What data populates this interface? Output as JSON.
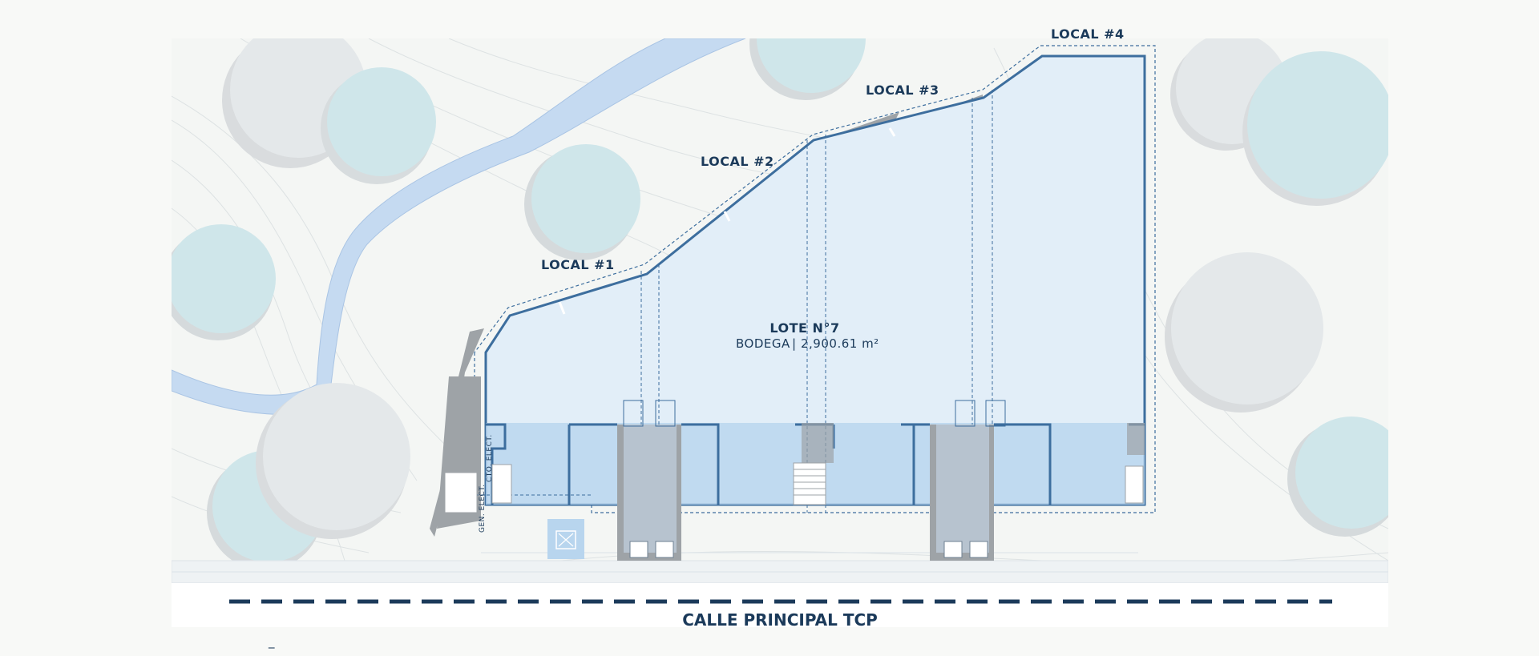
{
  "plan": {
    "locales": [
      {
        "label": "LOCAL #1"
      },
      {
        "label": "LOCAL #2"
      },
      {
        "label": "LOCAL #3"
      },
      {
        "label": "LOCAL #4"
      }
    ],
    "lot": {
      "title": "LOTE N°7",
      "use": "BODEGA",
      "separator": "|",
      "area": "2,900.61 m²"
    },
    "rooms": {
      "electrical_room": "CTO. ELECT.",
      "generator": "GEN. ELECT."
    },
    "street": {
      "name": "CALLE PRINCIPAL TCP"
    },
    "footer_mark": "_",
    "colors": {
      "background": "#f8f9f7",
      "building_fill": "#e2eef8",
      "shop_fill": "#b8d5ee",
      "outline": "#3d6e9e",
      "wall_shadow": "#9ea3a7",
      "text": "#1b3a5a",
      "tree_teal": "#cfe6ea",
      "tree_gray": "#e4e8ea",
      "creek": "#c5daf1"
    }
  }
}
